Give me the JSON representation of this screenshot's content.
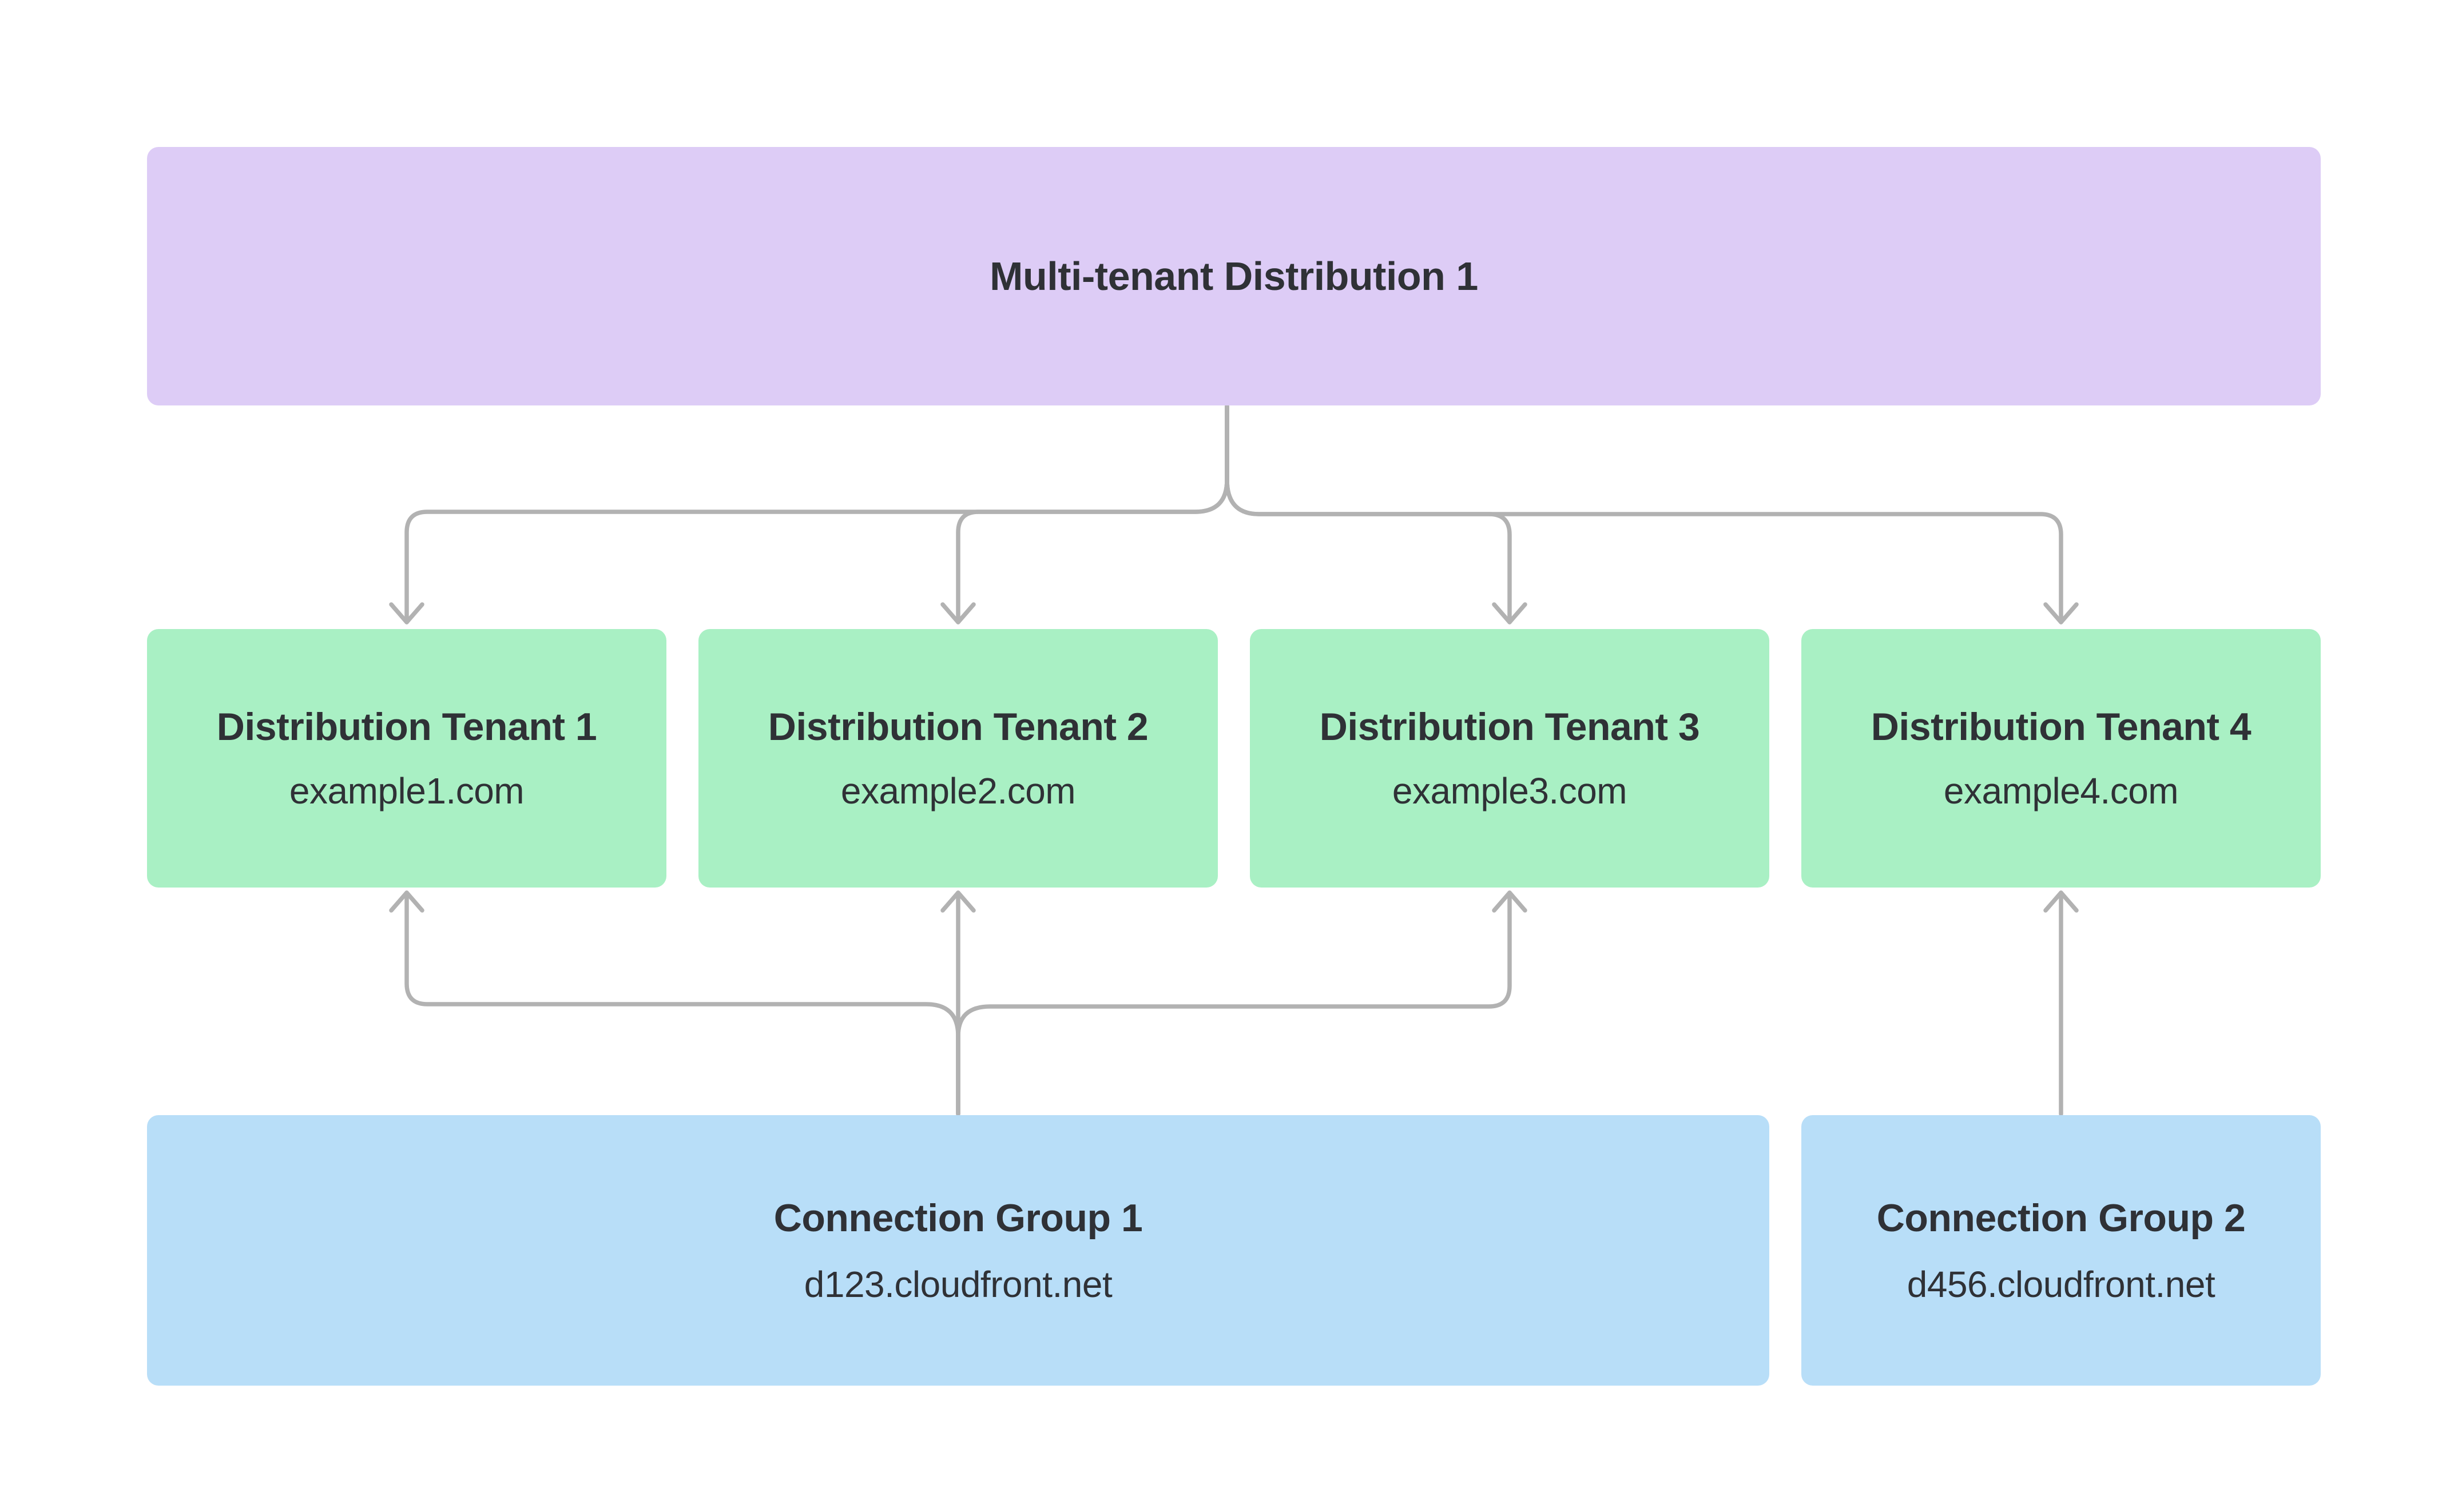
{
  "diagram": {
    "distribution": {
      "label": "Multi-tenant Distribution 1"
    },
    "tenants": [
      {
        "label": "Distribution Tenant 1",
        "domain": "example1.com"
      },
      {
        "label": "Distribution Tenant 2",
        "domain": "example2.com"
      },
      {
        "label": "Distribution Tenant 3",
        "domain": "example3.com"
      },
      {
        "label": "Distribution Tenant 4",
        "domain": "example4.com"
      }
    ],
    "connection_groups": [
      {
        "label": "Connection Group 1",
        "domain": "d123.cloudfront.net"
      },
      {
        "label": "Connection Group 2",
        "domain": "d456.cloudfront.net"
      }
    ],
    "colors": {
      "distribution": "#ddccf6",
      "tenant": "#a9f0c4",
      "connection_group": "#b8def8",
      "connector": "#b2b2b2",
      "text": "#2f3136",
      "background": "#ffffff"
    }
  }
}
